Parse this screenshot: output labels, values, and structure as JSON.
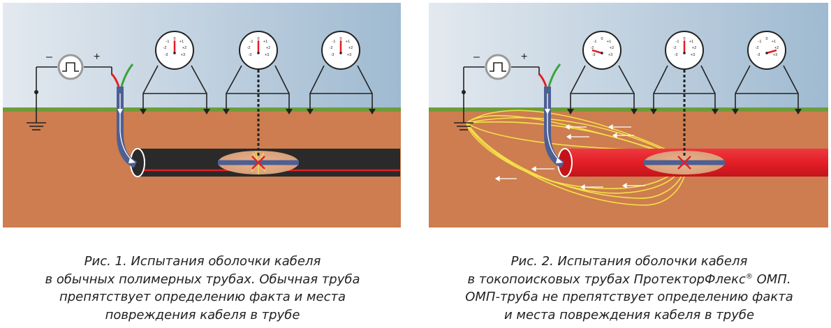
{
  "figures": [
    {
      "caption": [
        "Рис. 1. Испытания оболочки кабеля",
        "в обычных полимерных трубах. Обычная труба",
        "препятствует определению факта и места",
        "повреждения кабеля в трубе"
      ],
      "pipe_type": "обычная полимерная труба",
      "fault_detected": false
    },
    {
      "caption_line1": "Рис. 2. Испытания оболочки кабеля",
      "caption_line2_a": "в токопоисковых трубах ПротекторФлекс",
      "caption_line2_sup": "®",
      "caption_line2_b": " ОМП.",
      "caption_line3": "ОМП-труба не препятствует определению факта",
      "caption_line4": "и места повреждения кабеля в трубе",
      "pipe_type": "ПротекторФлекс ОМП",
      "fault_detected": true
    }
  ],
  "generator": {
    "minus": "–",
    "plus": "+"
  },
  "gauge_labels": {
    "zero": "0",
    "p1": "+1",
    "p2": "+2",
    "p3": "+3",
    "m1": "-1",
    "m2": "-2",
    "m3": "-3"
  },
  "colors": {
    "sky_left": "#dfe6ee",
    "sky_right": "#9bb7cf",
    "grass": "#6e9c3a",
    "soil": "#cd7d4f",
    "pipe_black": "#2a2a2a",
    "pipe_red": "#e41e26",
    "cable": "#4e5f93",
    "current_lines": "#f5e04a"
  }
}
